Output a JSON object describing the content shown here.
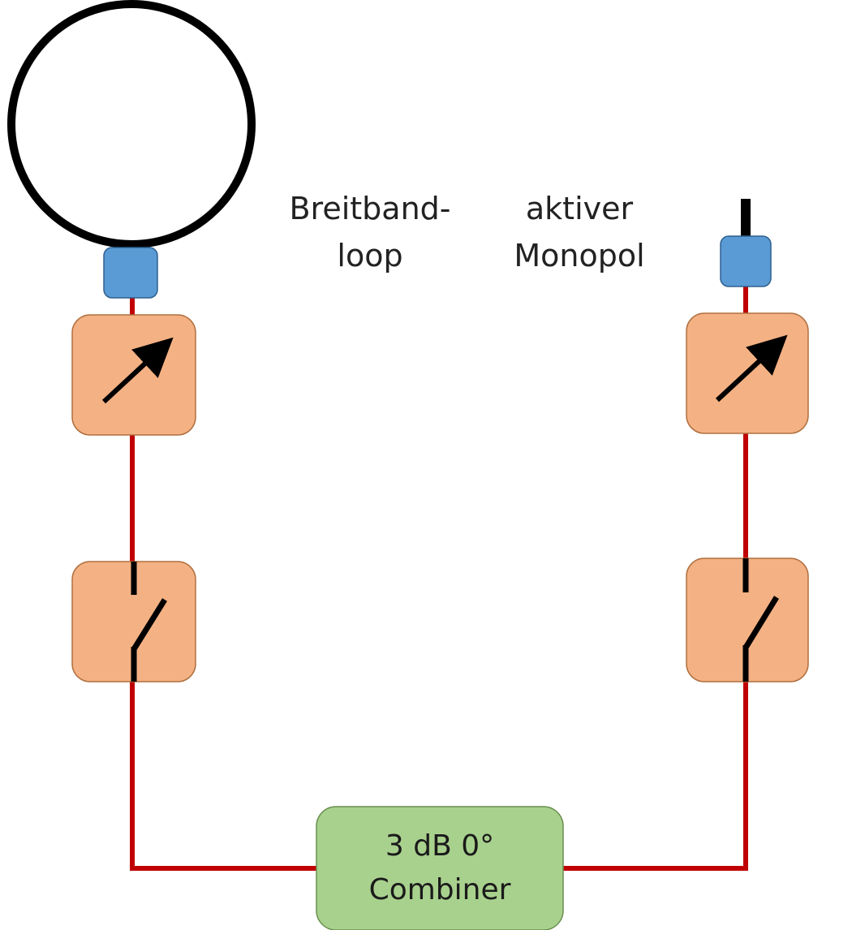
{
  "labels": {
    "loop_line1": "Breitband-",
    "loop_line2": "loop",
    "monopole_line1": "aktiver",
    "monopole_line2": "Monopol",
    "combiner_line1": "3 dB 0°",
    "combiner_line2": "Combiner"
  },
  "colors": {
    "wire": "#c00000",
    "amp_fill": "#f4b183",
    "amp_stroke": "#b07040",
    "connector_fill": "#5b9bd5",
    "connector_stroke": "#2e5f8f",
    "combiner_fill": "#a9d18e",
    "combiner_stroke": "#6a8f4f",
    "symbol": "#000000"
  },
  "icons": {
    "loop_antenna": "circle-loop-antenna-icon",
    "monopole_antenna": "vertical-rod-antenna-icon",
    "variable_gain": "diagonal-arrow-icon",
    "switch": "open-switch-icon"
  }
}
